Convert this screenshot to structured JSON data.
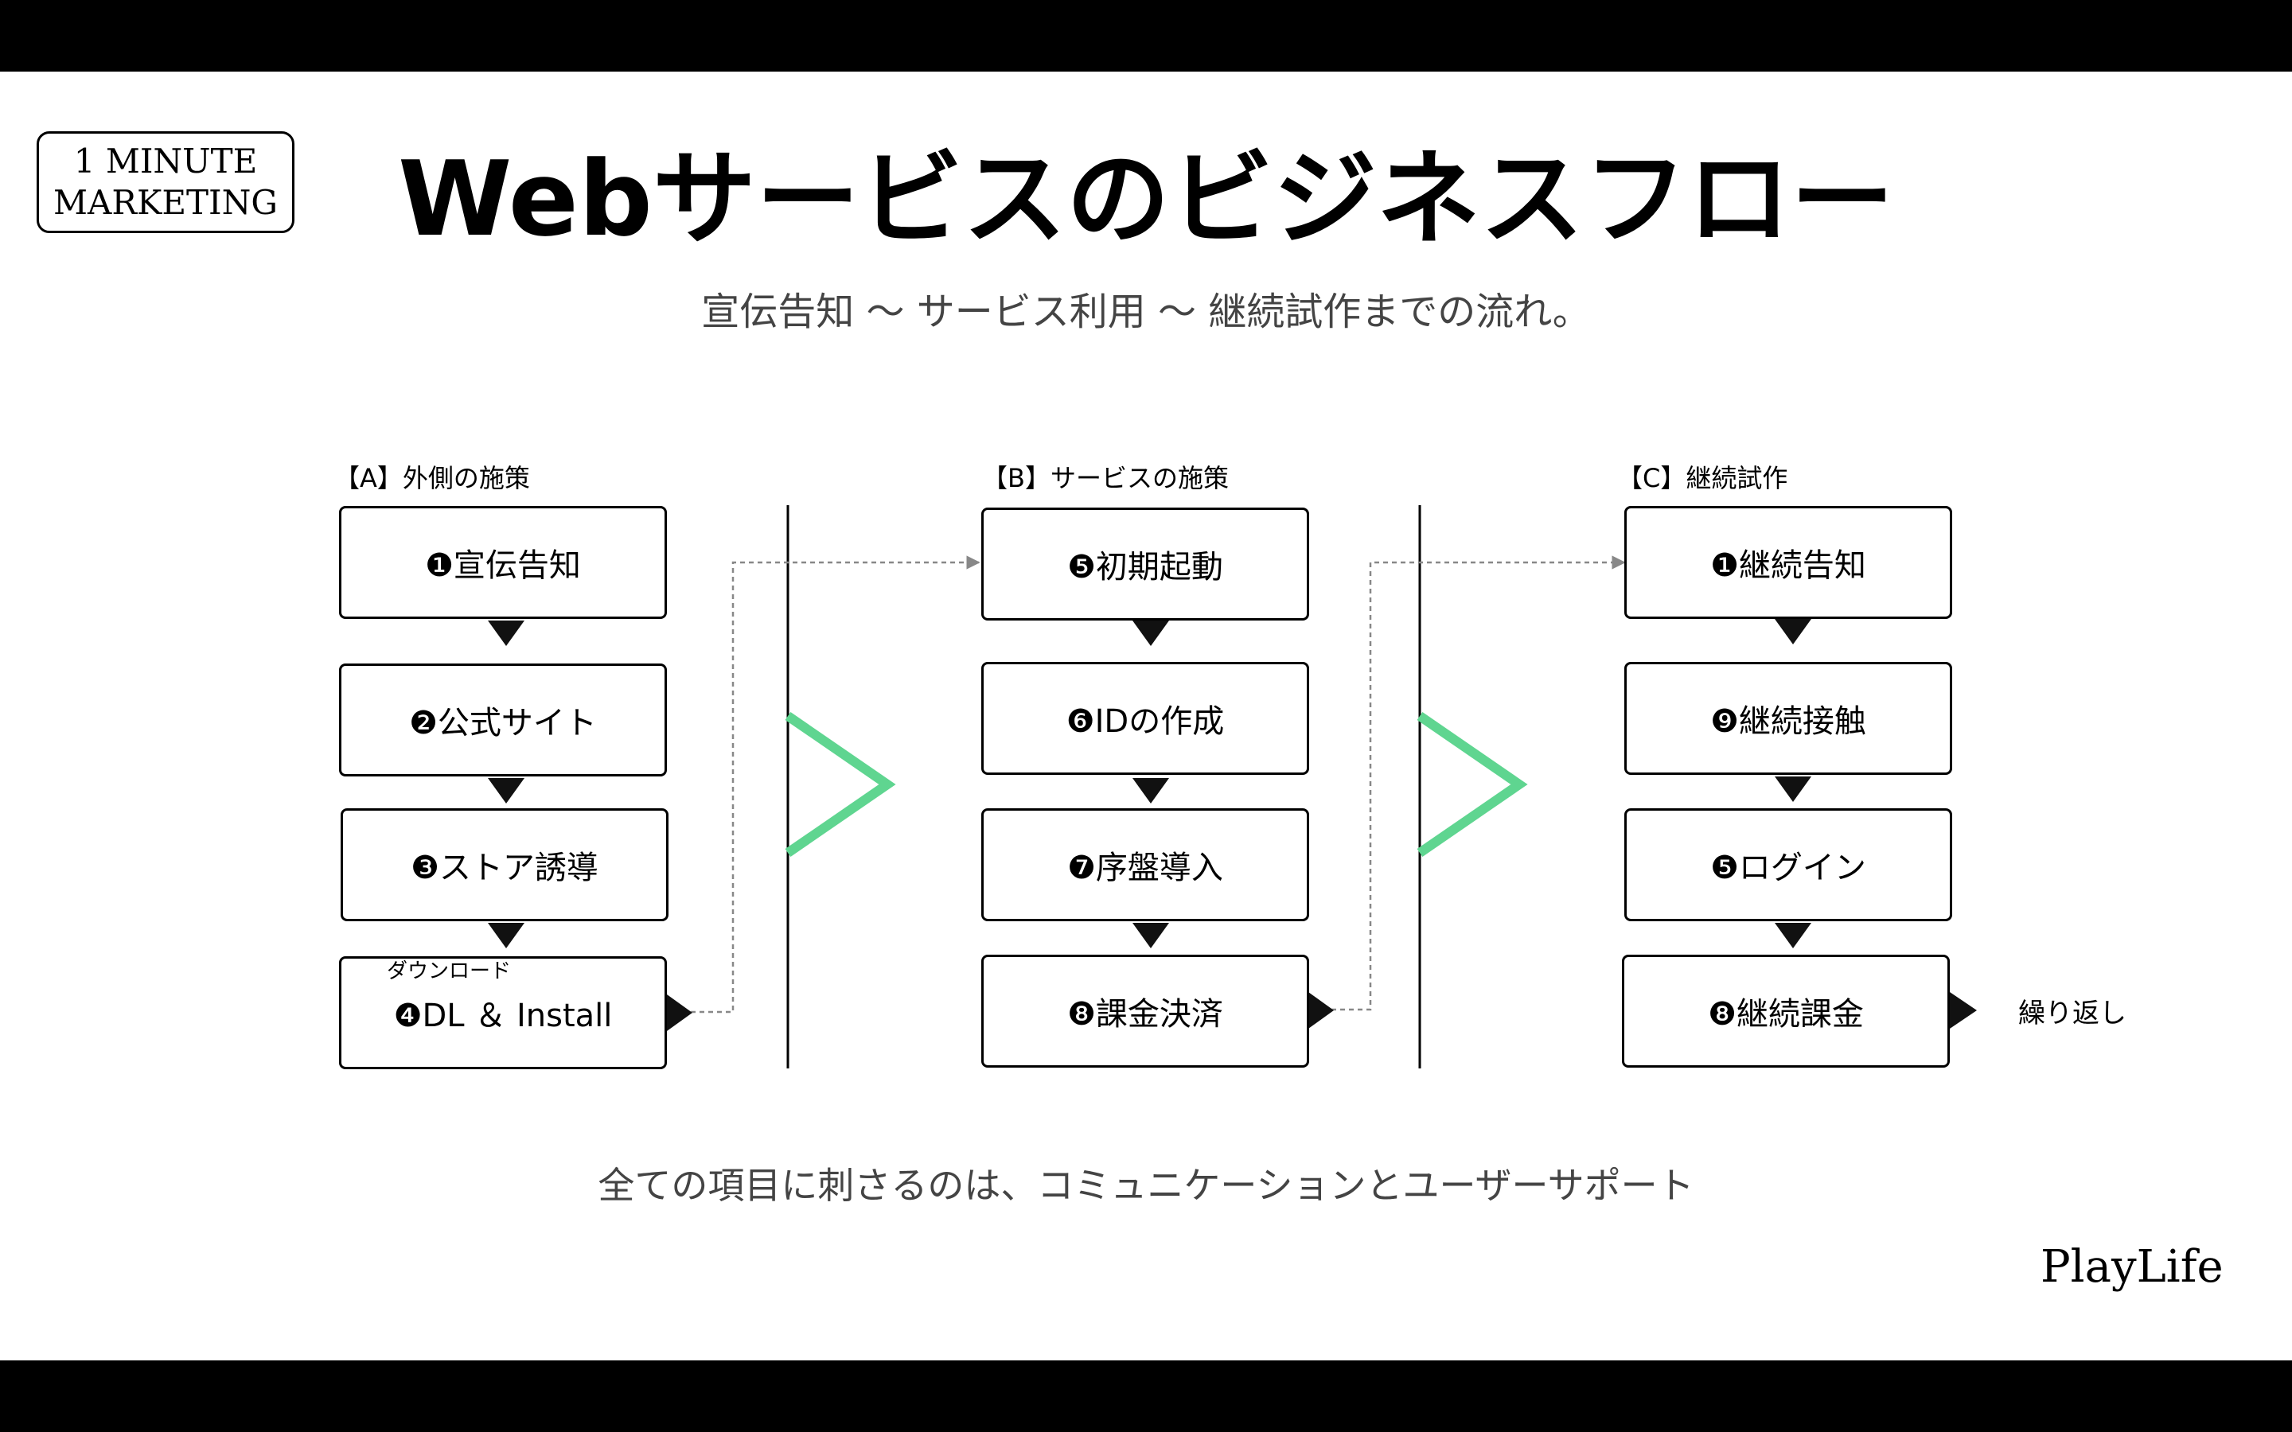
{
  "logo": {
    "line1": "1 MINUTE",
    "line2": "MARKETING"
  },
  "title": "Webサービスのビジネスフロー",
  "subtitle": "宣伝告知 〜 サービス利用 〜  継続試作までの流れ。",
  "columns": [
    {
      "label": "【A】外側の施策",
      "steps": [
        "❶宣伝告知",
        "❷公式サイト",
        "❸ストア誘導",
        "❹DL ＆ Install"
      ]
    },
    {
      "label": "【B】サービスの施策",
      "steps": [
        "❺初期起動",
        "❻IDの作成",
        "❼序盤導入",
        "❽課金決済"
      ]
    },
    {
      "label": "【C】継続試作",
      "steps": [
        "❶継続告知",
        "❾継続接触",
        "❺ログイン",
        "❽継続課金"
      ]
    }
  ],
  "ruby_dl": "ダウンロード",
  "repeat_label": "繰り返し",
  "footer": "全ての項目に刺さるのは、コミュニケーションとユーザーサポート",
  "brand": "PlayLife",
  "colors": {
    "chevron": "#5fd590",
    "arrow": "#111111",
    "connector": "#888888",
    "text_gray": "#444444"
  }
}
